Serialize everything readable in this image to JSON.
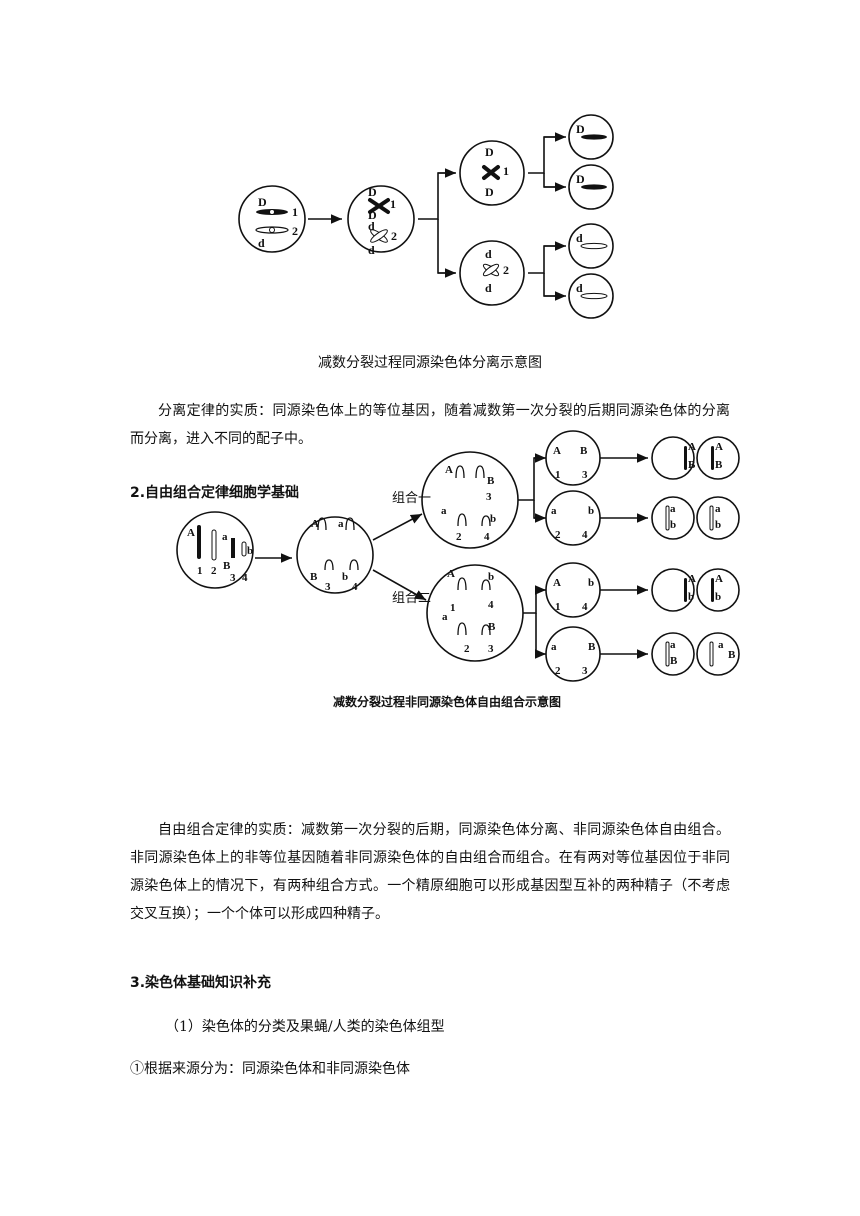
{
  "figure1": {
    "caption": "减数分裂过程同源染色体分离示意图",
    "labels": {
      "D": "D",
      "d": "d",
      "n1": "1",
      "n2": "2"
    }
  },
  "paragraph1": "分离定律的实质：同源染色体上的等位基因，随着减数第一次分裂的后期同源染色体的分离而分离，进入不同的配子中。",
  "section2_heading": "2.自由组合定律细胞学基础",
  "figure2": {
    "caption": "减数分裂过程非同源染色体自由组合示意图",
    "route1": "组合一",
    "route2": "组合二",
    "labels": {
      "A": "A",
      "a": "a",
      "B": "B",
      "b": "b",
      "n1": "1",
      "n2": "2",
      "n3": "3",
      "n4": "4"
    }
  },
  "paragraph2": "自由组合定律的实质：减数第一次分裂的后期，同源染色体分离、非同源染色体自由组合。非同源染色体上的非等位基因随着非同源染色体的自由组合而组合。在有两对等位基因位于非同源染色体上的情况下，有两种组合方式。一个精原细胞可以形成基因型互补的两种精子（不考虑交叉互换）；一个个体可以形成四种精子。",
  "section3_heading": "3.染色体基础知识补充",
  "subheading": "（1）染色体的分类及果蝇/人类的染色体组型",
  "item1": "①根据来源分为：同源染色体和非同源染色体"
}
